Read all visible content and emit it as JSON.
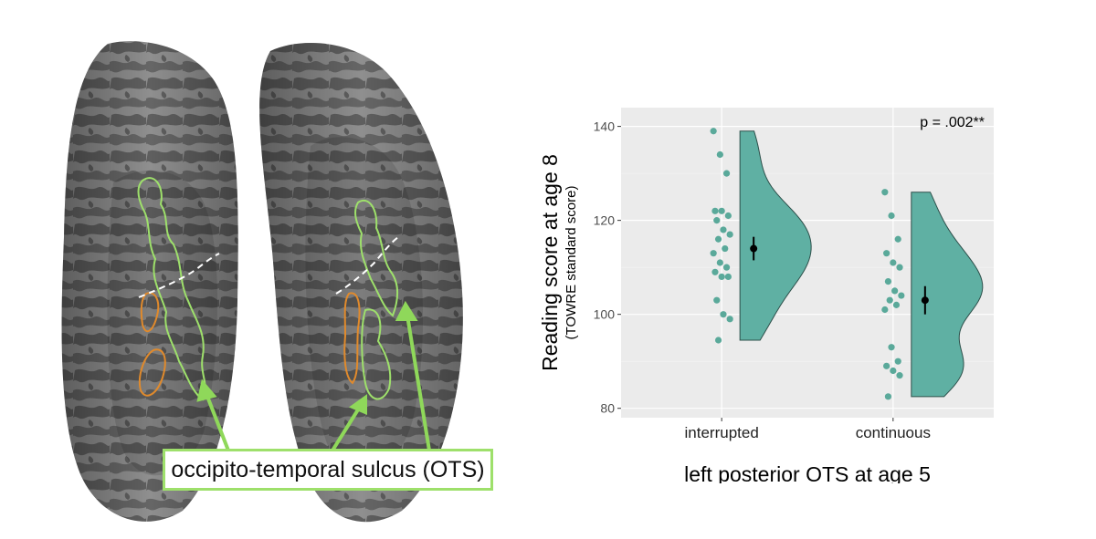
{
  "brain_label": "occipito-temporal sulcus (OTS)",
  "colors": {
    "violin": "#5fb0a3",
    "points": "#5aa99a",
    "panel_bg": "#ebebeb",
    "ots_outline": "#9ee06b",
    "orange_outline": "#e08a2c"
  },
  "chart_data": {
    "type": "scatter",
    "annotation": "p = .002**",
    "ylabel": "Reading score at age 8",
    "ylabel_sub": "(TOWRE standard score)",
    "xlabel": "left posterior OTS at age 5",
    "ylim": [
      78,
      144
    ],
    "yticks": [
      80,
      100,
      120,
      140
    ],
    "grid": true,
    "categories": [
      "interrupted",
      "continuous"
    ],
    "groups": [
      {
        "category": "interrupted",
        "points": [
          139,
          134,
          130,
          122,
          122,
          121,
          120,
          118,
          117,
          116,
          114,
          113,
          111,
          110,
          109,
          108,
          108,
          103,
          100,
          99,
          94.5
        ],
        "mean": 114,
        "ci": [
          111.5,
          116.5
        ],
        "violin_range": [
          94.5,
          139
        ]
      },
      {
        "category": "continuous",
        "points": [
          126,
          121,
          116,
          113,
          111,
          110,
          107,
          105,
          104,
          103,
          102,
          101,
          93,
          90,
          89,
          88,
          87,
          82.5
        ],
        "mean": 103,
        "ci": [
          100,
          106
        ],
        "violin_range": [
          82.5,
          126
        ]
      }
    ]
  }
}
